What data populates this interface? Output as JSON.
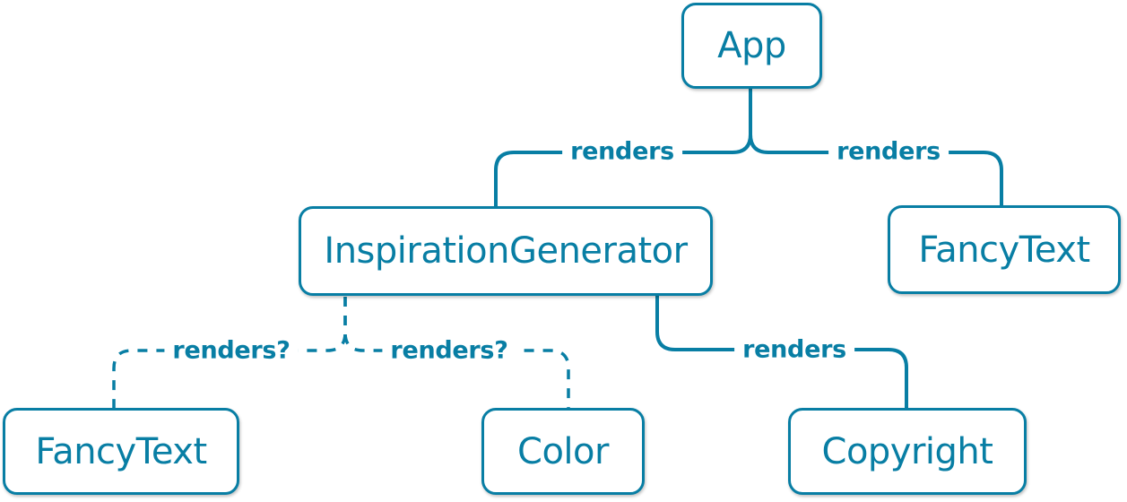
{
  "diagram": {
    "description": "React render tree diagram",
    "colors": {
      "accent": "#087ea4",
      "node_background": "#ffffff",
      "page_background": "#ffffff"
    },
    "nodes": [
      {
        "id": "app",
        "label": "App"
      },
      {
        "id": "inspiration-generator",
        "label": "InspirationGenerator"
      },
      {
        "id": "fancy-text-top-right",
        "label": "FancyText"
      },
      {
        "id": "fancy-text-bottom-left",
        "label": "FancyText"
      },
      {
        "id": "color",
        "label": "Color"
      },
      {
        "id": "copyright",
        "label": "Copyright"
      }
    ],
    "edges": [
      {
        "from": "App",
        "to": "InspirationGenerator",
        "label": "renders",
        "style": "solid"
      },
      {
        "from": "App",
        "to": "FancyText",
        "label": "renders",
        "style": "solid"
      },
      {
        "from": "InspirationGenerator",
        "to": "FancyText",
        "label": "renders?",
        "style": "dashed"
      },
      {
        "from": "InspirationGenerator",
        "to": "Color",
        "label": "renders?",
        "style": "dashed"
      },
      {
        "from": "InspirationGenerator",
        "to": "Copyright",
        "label": "renders",
        "style": "solid"
      }
    ]
  }
}
